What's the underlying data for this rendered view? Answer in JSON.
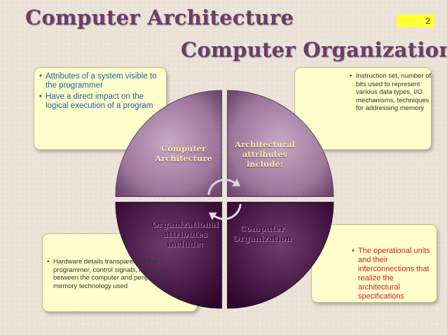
{
  "slide": {
    "title_primary": "Computer Architecture",
    "title_secondary": "Computer Organization",
    "page_number": "2"
  },
  "top_left_box": {
    "bullets": [
      "Attributes of a system visible to the programmer",
      "Have a direct impact on the logical execution of a program"
    ]
  },
  "top_right_box": {
    "bullets": [
      "Instruction set, number of bits used to represent various data types, I/O mechanisms, techniques for addressing memory"
    ]
  },
  "bottom_left_box": {
    "bullets": [
      "Hardware details transparent to the programmer, control signals, interfaces between the computer and peripherals, memory technology used"
    ]
  },
  "bottom_right_box": {
    "bullets": [
      "The operational units and their interconnections that realize the architectural specifications"
    ]
  },
  "cycle": {
    "q1_label": "Computer Architecture",
    "q2_label": "Architectural attributes include:",
    "q3_label": "Organizational attributes include:",
    "q4_label": "Computer Organization"
  },
  "colors": {
    "title": "#6a3d6c",
    "page_badge": "#ffff33",
    "box_fill": "#ffffcc",
    "top_left_text": "#1f5fa8",
    "bottom_right_text": "#cc2222",
    "circle_light": "#a47fa4",
    "circle_dark": "#3a0c3a"
  },
  "icons": {
    "cycle_arrows": "circular-arrows-icon"
  }
}
